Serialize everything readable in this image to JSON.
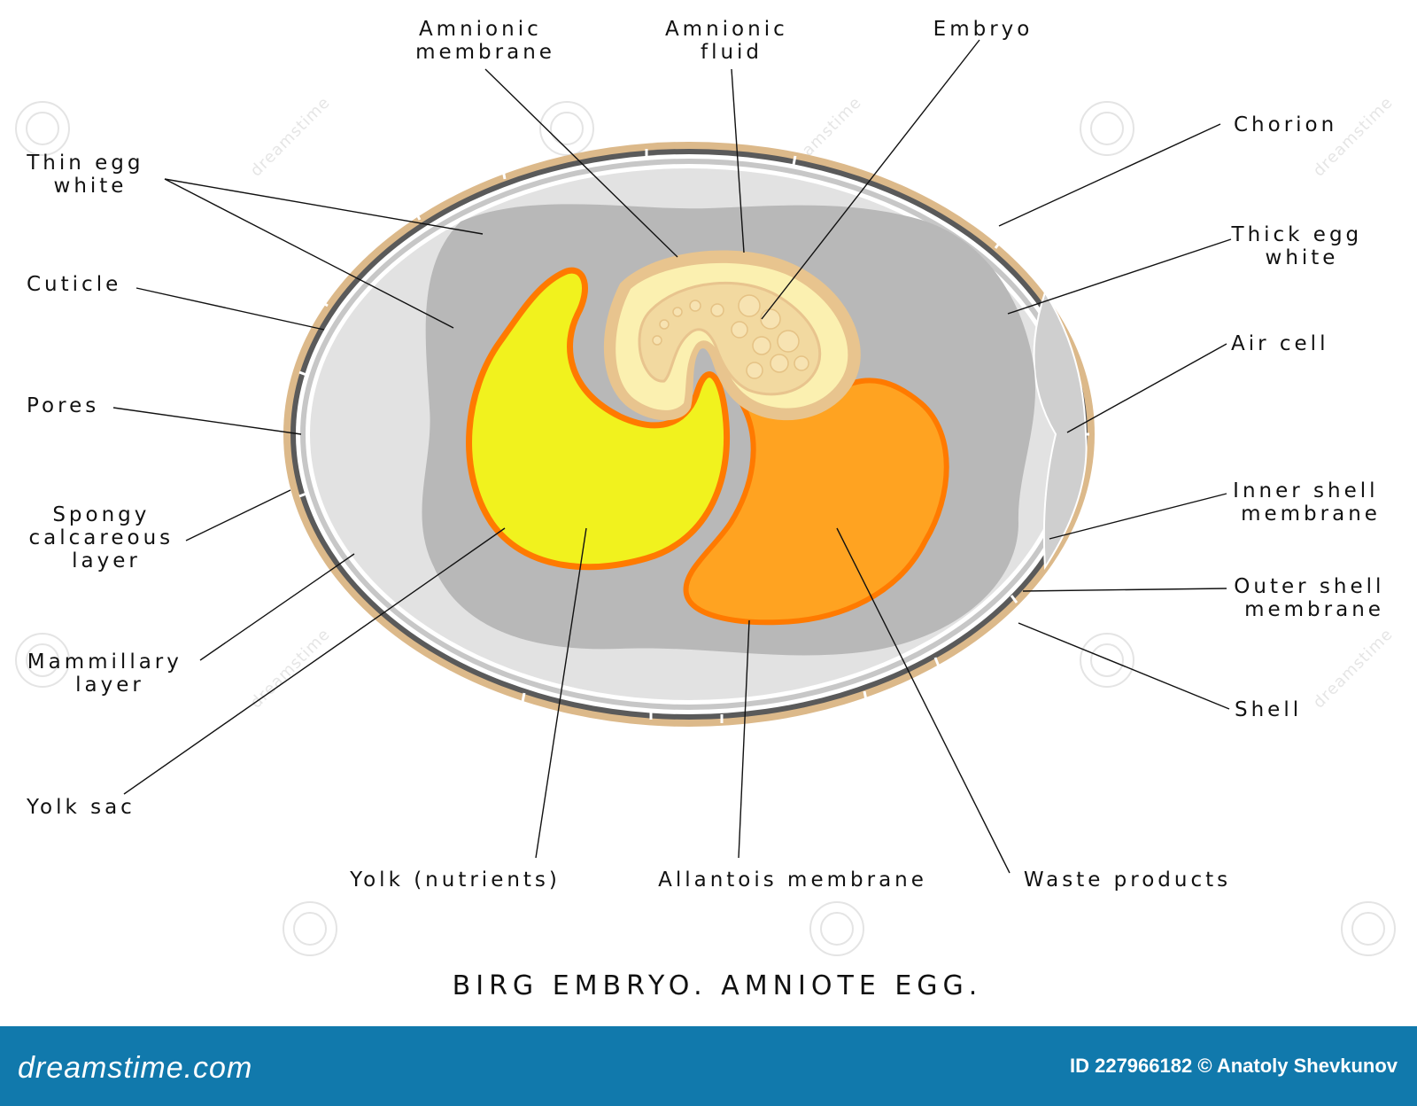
{
  "title": "BIRG EMBRYO. AMNIOTE EGG.",
  "labels": {
    "amnionic_membrane": [
      "Amnionic",
      "membrane"
    ],
    "amnionic_fluid": [
      "Amnionic",
      "fluid"
    ],
    "embryo": [
      "Embryo"
    ],
    "chorion": [
      "Chorion"
    ],
    "thick_egg_white": [
      "Thick egg",
      "white"
    ],
    "air_cell": [
      "Air cell"
    ],
    "inner_shell_membrane": [
      "Inner shell",
      "membrane"
    ],
    "outer_shell_membrane": [
      "Outer shell",
      "membrane"
    ],
    "shell": [
      "Shell"
    ],
    "thin_egg_white": [
      "Thin egg",
      "white"
    ],
    "cuticle": [
      "Cuticle"
    ],
    "pores": [
      "Pores"
    ],
    "spongy_calcareous_layer": [
      "Spongy",
      "calcareous",
      "layer"
    ],
    "mammillary_layer": [
      "Mammillary",
      "layer"
    ],
    "yolk_sac": [
      "Yolk sac"
    ],
    "yolk": [
      "Yolk (nutrients)"
    ],
    "allantois_membrane": [
      "Allantois membrane"
    ],
    "waste_products": [
      "Waste products"
    ]
  },
  "watermark": "dreamstime",
  "footer": {
    "brand": "dreamstime.com",
    "id_text": "ID 227966182 © Anatoly Shevkunov"
  },
  "colors": {
    "shell": "#dcb98a",
    "thin_white": "#e2e2e2",
    "thick_white": "#b8b8b8",
    "yolk": "#f1f21e",
    "yolk_outline": "#ff7a00",
    "waste": "#ffa321",
    "embryo": "#f2d9a0",
    "footer": "#1179ac"
  }
}
